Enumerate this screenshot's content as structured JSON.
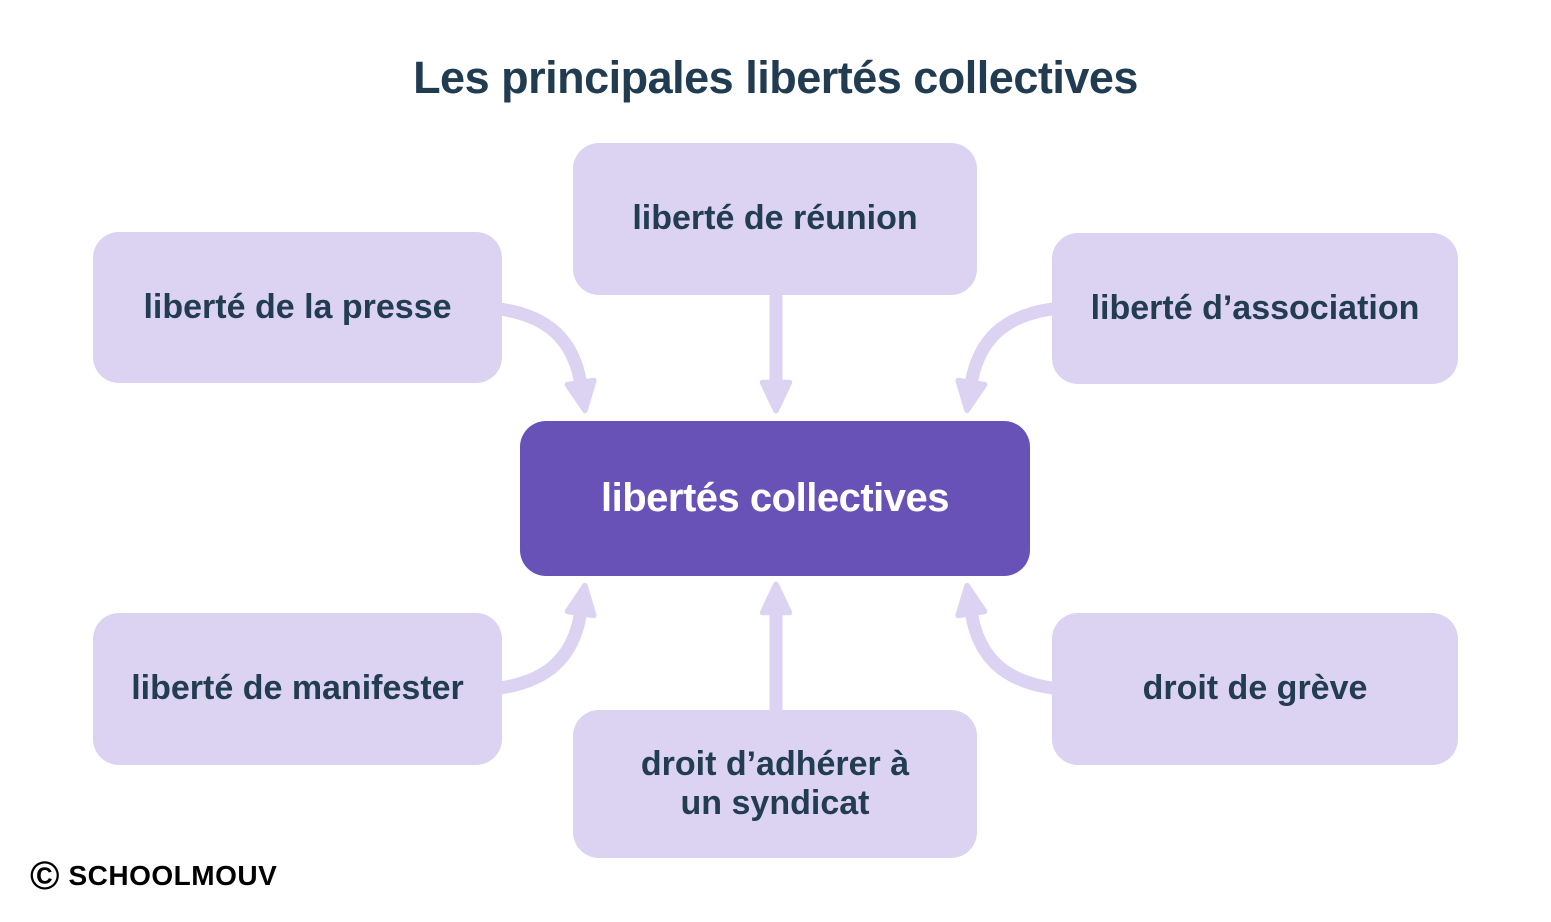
{
  "title": "Les principales libertés collectives",
  "center": {
    "id": "libertes-collectives",
    "label": "libertés collectives"
  },
  "nodes": [
    {
      "id": "presse",
      "label": "liberté de la presse",
      "position": "top-left"
    },
    {
      "id": "reunion",
      "label": "liberté de réunion",
      "position": "top-center"
    },
    {
      "id": "association",
      "label": "liberté d’association",
      "position": "top-right"
    },
    {
      "id": "manifester",
      "label": "liberté de manifester",
      "position": "bottom-left"
    },
    {
      "id": "syndicat",
      "label": "droit d’adhérer à\nun syndicat",
      "position": "bottom-center"
    },
    {
      "id": "greve",
      "label": "droit de grève",
      "position": "bottom-right"
    }
  ],
  "edges": [
    {
      "from": "presse",
      "to": "libertes-collectives"
    },
    {
      "from": "reunion",
      "to": "libertes-collectives"
    },
    {
      "from": "association",
      "to": "libertes-collectives"
    },
    {
      "from": "manifester",
      "to": "libertes-collectives"
    },
    {
      "from": "syndicat",
      "to": "libertes-collectives"
    },
    {
      "from": "greve",
      "to": "libertes-collectives"
    }
  ],
  "footer": {
    "copyright_symbol": "©",
    "brand": "SCHOOLMOUV"
  },
  "colors": {
    "background": "#FFFFFF",
    "node_fill": "#DCD2F2",
    "arrow": "#DCD2F2",
    "center_fill": "#6852B8",
    "text_dark": "#213C51",
    "center_text": "#FFFFFF",
    "footer_text": "#000000"
  }
}
